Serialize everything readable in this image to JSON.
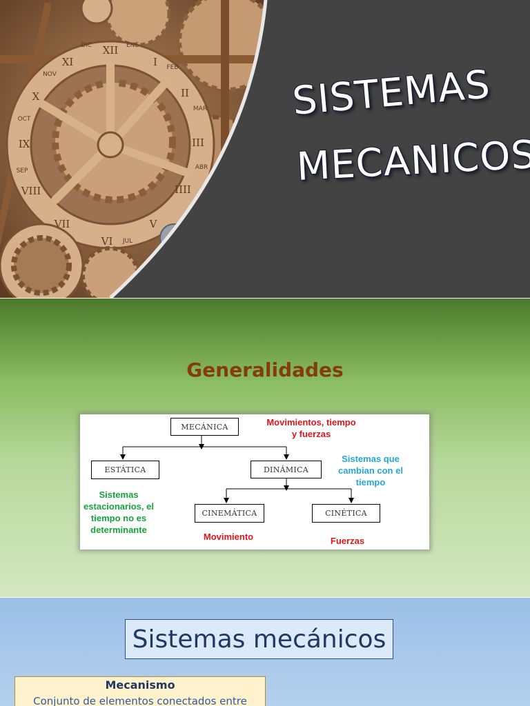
{
  "slide1": {
    "title_line1": "SISTEMAS",
    "title_line2": "MECANICOS",
    "clock_numerals": [
      "XII",
      "I",
      "II",
      "III",
      "IIII",
      "V",
      "VI",
      "VII",
      "VIII",
      "IX",
      "X",
      "XI"
    ],
    "clock_months": [
      "ENE",
      "FEB",
      "MAR",
      "ABR",
      "DIC",
      "NOV",
      "OCT",
      "SEP",
      "JUL"
    ]
  },
  "slide2": {
    "title": "Generalidades",
    "diagram": {
      "root": "MECÁNICA",
      "branch_left": "ESTÁTICA",
      "branch_right": "DINÁMICA",
      "leaf_left": "CINEMÁTICA",
      "leaf_right": "CINÉTICA",
      "note_root": "Movimientos, tiempo y fuerzas",
      "note_dynamics": "Sistemas que cambian con el tiempo",
      "note_statics": "Sistemas estacionarios, el tiempo no es determinante",
      "note_kinematics": "Movimiento",
      "note_kinetics": "Fuerzas"
    }
  },
  "slide3": {
    "title": "Sistemas mecánicos",
    "card_title": "Mecanismo",
    "card_text": "Conjunto de elementos conectados entre"
  },
  "colors": {
    "slide1_bg": "#434343",
    "slide2_title": "#843c0c",
    "accent_red": "#e0151b",
    "accent_green": "#15a43c",
    "accent_cyan": "#22a8d8",
    "slide3_title": "#1f3864"
  }
}
